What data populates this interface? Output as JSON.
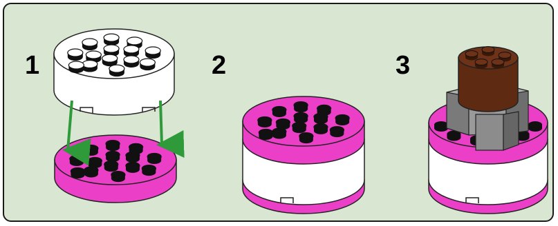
{
  "steps": [
    {
      "number": "1"
    },
    {
      "number": "2"
    },
    {
      "number": "3"
    }
  ],
  "edge_mark": "´",
  "colors": {
    "panel_bg": "#d8e6d2",
    "magenta": "#ec3fc8",
    "magenta_dark": "#a62c8c",
    "white_brick": "#ffffff",
    "arrow_green": "#2e9a3a",
    "brown": "#5e2a12",
    "gray": "#8a8a8a",
    "stud_black": "#111111"
  },
  "icons": [
    "round-plate-magenta",
    "round-brick-white",
    "round-brick-brown",
    "gray-bracket",
    "green-arrow"
  ]
}
